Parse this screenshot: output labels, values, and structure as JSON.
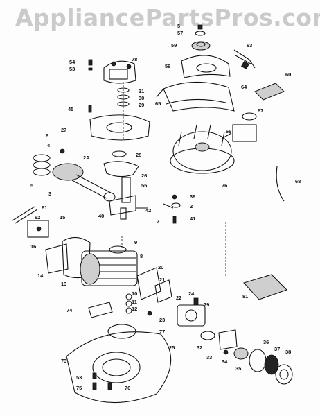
{
  "watermark": "AppliancePartsPros.com",
  "callouts": [
    "5",
    "57",
    "59",
    "63",
    "54",
    "53",
    "78",
    "56",
    "60",
    "31",
    "30",
    "29",
    "64",
    "65",
    "45",
    "67",
    "27",
    "66",
    "6",
    "4",
    "28",
    "2A",
    "26",
    "76",
    "5",
    "55",
    "68",
    "3",
    "39",
    "40",
    "2",
    "7",
    "42",
    "41",
    "61",
    "62",
    "15",
    "16",
    "9",
    "14",
    "13",
    "8",
    "20",
    "21",
    "24",
    "10",
    "11",
    "12",
    "22",
    "79",
    "74",
    "81",
    "77",
    "23",
    "25",
    "32",
    "36",
    "37",
    "38",
    "73",
    "33",
    "34",
    "35",
    "53",
    "75",
    "76"
  ]
}
